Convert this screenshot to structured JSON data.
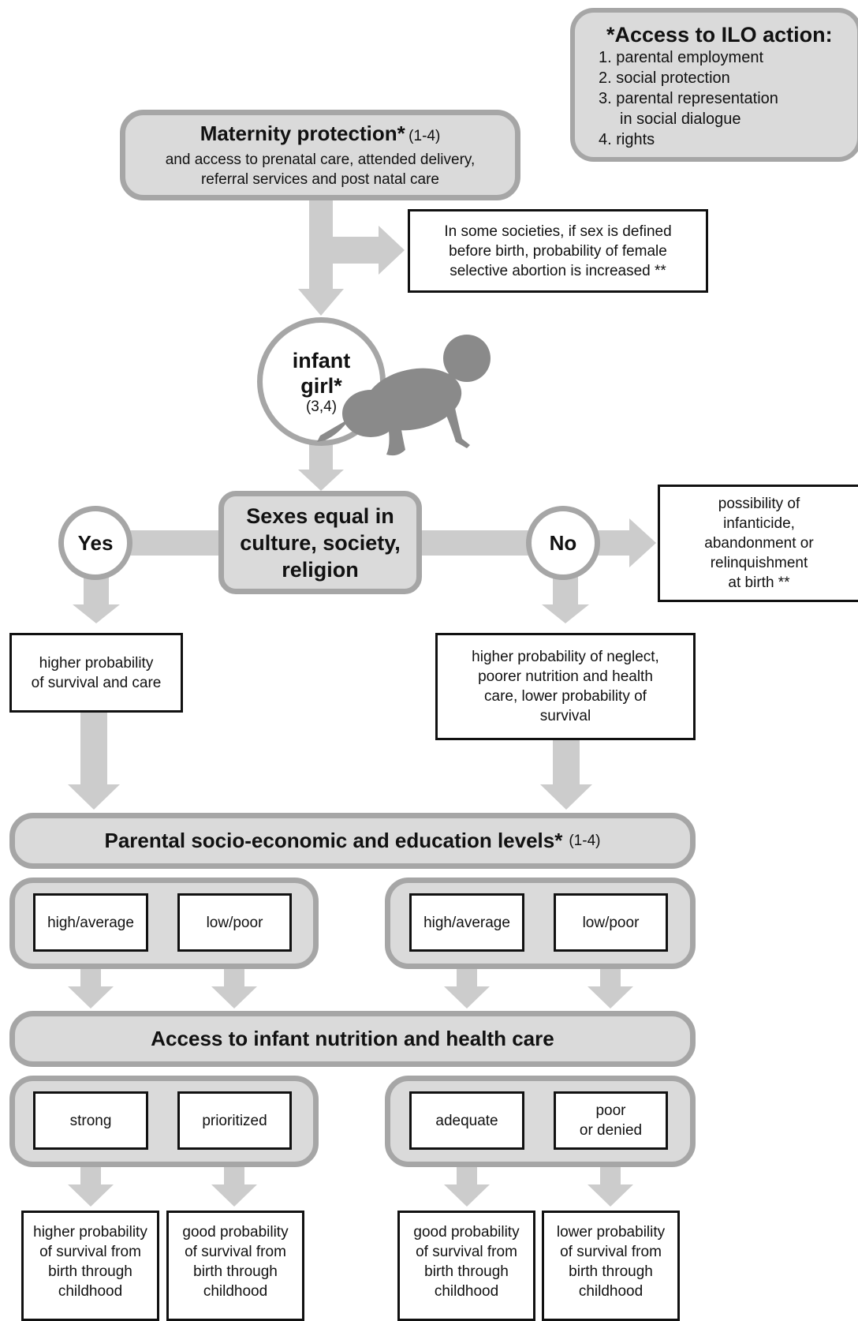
{
  "ilo_box": {
    "title": "*Access to ILO action:",
    "items": [
      "1. parental employment",
      "2. social protection",
      "3. parental representation",
      "in social dialogue",
      "4. rights"
    ]
  },
  "maternity": {
    "title": "Maternity protection*",
    "ref": "(1-4)",
    "line1": "and access to prenatal care, attended delivery,",
    "line2": "referral services and post natal care"
  },
  "abortion_note": {
    "line1": "In some societies, if sex is defined",
    "line2": "before birth, probability of female",
    "line3": "selective abortion is increased **"
  },
  "infant": {
    "line1": "infant",
    "line2": "girl*",
    "ref": "(3,4)"
  },
  "sexes_equal": {
    "line1": "Sexes equal in",
    "line2": "culture, society,",
    "line3": "religion"
  },
  "yes_label": "Yes",
  "no_label": "No",
  "infanticide_note": {
    "line1": "possibility of",
    "line2": "infanticide,",
    "line3": "abandonment or",
    "line4": "relinquishment",
    "line5": "at birth **"
  },
  "yes_outcome": {
    "line1": "higher probability",
    "line2": "of survival and care"
  },
  "no_outcome": {
    "line1": "higher probability of neglect,",
    "line2": "poorer nutrition and health",
    "line3": "care, lower probability of",
    "line4": "survival"
  },
  "parental_levels": {
    "title": "Parental socio-economic and education levels*",
    "ref": "(1-4)"
  },
  "levels": [
    "high/average",
    "low/poor",
    "high/average",
    "low/poor"
  ],
  "access_bar": {
    "title": "Access to infant nutrition and health care"
  },
  "access_levels": [
    "strong",
    "prioritized",
    "adequate",
    "poor",
    "or denied"
  ],
  "outcomes": [
    {
      "line1": "higher probability",
      "line2": "of survival from",
      "line3": "birth through",
      "line4": "childhood"
    },
    {
      "line1": "good probability",
      "line2": "of survival from",
      "line3": "birth through",
      "line4": "childhood"
    },
    {
      "line1": "good probability",
      "line2": "of survival from",
      "line3": "birth through",
      "line4": "childhood"
    },
    {
      "line1": "lower probability",
      "line2": "of survival from",
      "line3": "birth through",
      "line4": "childhood"
    }
  ],
  "colors": {
    "arrow": "#cccccc",
    "border": "#a6a6a6",
    "fill": "#dadada"
  }
}
